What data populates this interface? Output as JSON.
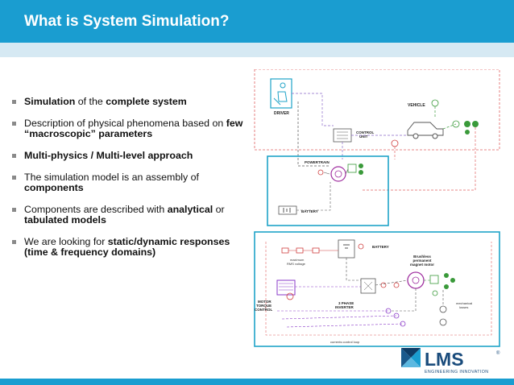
{
  "slide": {
    "title": "What is System Simulation?"
  },
  "bullets": [
    [
      {
        "t": "Simulation",
        "b": true
      },
      {
        "t": " of the ",
        "b": false
      },
      {
        "t": "complete system",
        "b": true
      }
    ],
    [
      {
        "t": "Description of physical phenomena based on ",
        "b": false
      },
      {
        "t": "few “macroscopic” parameters",
        "b": true
      }
    ],
    [
      {
        "t": "Multi-physics / Multi-level approach",
        "b": true
      }
    ],
    [
      {
        "t": "The simulation model is an assembly of ",
        "b": false
      },
      {
        "t": "components",
        "b": true
      }
    ],
    [
      {
        "t": "Components are described with ",
        "b": false
      },
      {
        "t": "analytical",
        "b": true
      },
      {
        "t": " or  ",
        "b": false
      },
      {
        "t": "tabulated models",
        "b": true
      }
    ],
    [
      {
        "t": "We are looking for ",
        "b": false
      },
      {
        "t": "static/dynamic responses (time & frequency domains)",
        "b": true
      }
    ]
  ],
  "diagram_top": {
    "driver": "DRIVER",
    "vehicle": "VEHICLE",
    "control_unit": "CONTROL\nUNIT",
    "powertrain": "POWERTRAIN",
    "battery": "BATTERY"
  },
  "diagram_bottom": {
    "battery": "BATTERY",
    "max_rms": "maximum\nRMS voltage",
    "motor_label": "Brushless\npermanent\nmagnet motor",
    "torque_control": "MOTOR\nTORQUE\nCONTROL",
    "inverter": "3 PHASE\nINVERTER",
    "mech_losses": "mechanical\nlosses",
    "control_loop": "currents control loop"
  },
  "logo": {
    "name": "LMS",
    "registered": "®",
    "tagline": "ENGINEERING INNOVATION"
  },
  "colors": {
    "title_bar": "#1a9dd0",
    "sub_bar": "#d6e9f3",
    "frame": "#1fa3c8"
  }
}
